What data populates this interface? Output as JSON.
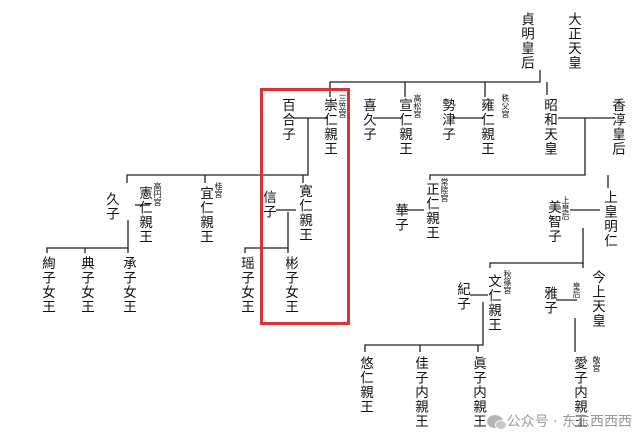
{
  "people": {
    "taisho": "大正天皇",
    "teimei": "貞明皇后",
    "kojun": "香淳皇后",
    "showa": "昭和天皇",
    "chichibu": "雍仁親王",
    "setsuko": "勢津子",
    "takamatsu": "宣仁親王",
    "kikuko": "喜久子",
    "mikasa": "崇仁親王",
    "yuriko": "百合子",
    "akihito": "上皇明仁",
    "michiko": "美智子",
    "hitachi": "正仁親王",
    "hanako": "華子",
    "tomohito": "寛仁親王",
    "nobuko": "信子",
    "katsura": "宜仁親王",
    "takamado": "憲仁親王",
    "hisako": "久子",
    "akiko": "彬子女王",
    "yoko": "瑶子女王",
    "tsuguko": "承子女王",
    "noriko": "典子女王",
    "ayako": "絢子女王",
    "naruhito": "今上天皇",
    "masako": "雅子",
    "akishino": "文仁親王",
    "kiko": "紀子",
    "aiko": "愛子内親王",
    "mako": "眞子内親王",
    "kako": "佳子内親王",
    "hisahito": "悠仁親王"
  },
  "titles": {
    "mikasa": "三笠宮",
    "takamatsu": "高松宮",
    "chichibu": "秩父宮",
    "hitachi": "常陸宮",
    "michiko": "上皇后",
    "katsura": "桂宮",
    "takamado": "高円宮",
    "akishino": "秋篠宮",
    "masako": "皇后",
    "aiko": "敬宮"
  },
  "highlight_color": "#d9323b",
  "watermark": {
    "icon": "wechat-icon",
    "text": "公众号 · 东东西西西"
  }
}
